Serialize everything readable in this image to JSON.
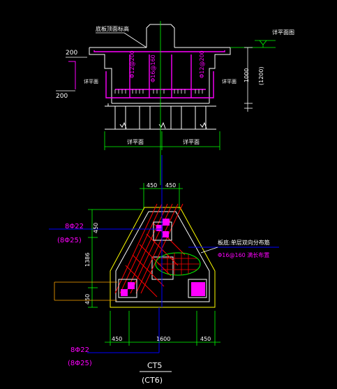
{
  "colors": {
    "background": "#000000",
    "concrete_outline": "#ffffff",
    "rebar": "#ff00ff",
    "dimension": "#00ff00",
    "axis": "#0000ff",
    "cap_outline": "#ffff00",
    "hatch": "#ff0000",
    "label_magenta": "#ff00ff",
    "label_white": "#ffffff",
    "ellipse": "#00ff00"
  },
  "section": {
    "top_note": "底板顶面标高",
    "right_note": "详平面图",
    "left_dim_top": "200",
    "left_dim_bottom": "200",
    "rebar_left": "Φ12@200",
    "rebar_mid": "Φ16@160",
    "rebar_right": "Φ12@200",
    "bottom_left_label": "详平面",
    "bottom_right_label": "详平面",
    "bottom_mid_left_label": "详平面",
    "bottom_mid_right_label": "详平面",
    "height_dim_1": "1000",
    "height_dim_2": "(1200)"
  },
  "plan": {
    "top_dim_left": "450",
    "top_dim_right": "450",
    "rebar_top_1": "8Φ22",
    "rebar_top_2": "(8Φ25)",
    "left_dim_top": "450",
    "left_dim_mid": "1386",
    "left_dim_bottom": "450",
    "note_1": "板底:单层双向分布筋",
    "note_2": "Φ16@160 满长布置",
    "bottom_dim_left": "450",
    "bottom_dim_mid": "1600",
    "bottom_dim_right": "450",
    "rebar_bottom_1": "8Φ22",
    "rebar_bottom_2": "(8Φ25)",
    "title_1": "CT5",
    "title_2": "(CT6)"
  }
}
